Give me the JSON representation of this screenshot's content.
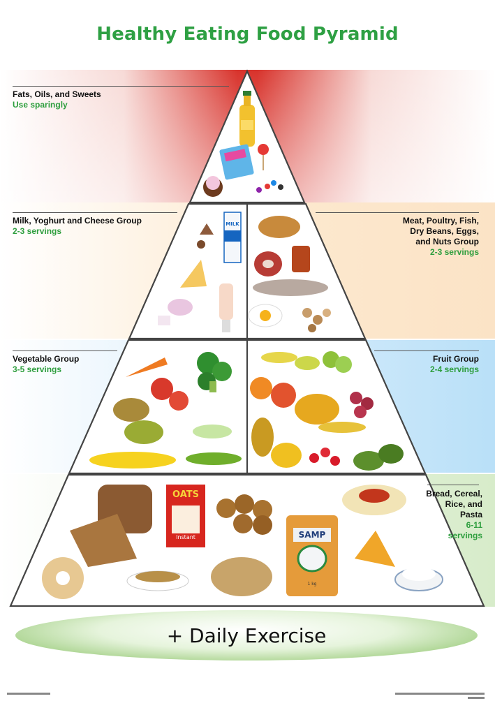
{
  "title": "Healthy Eating Food Pyramid",
  "groups": {
    "fats": {
      "name": "Fats, Oils, and Sweets",
      "servings": "Use sparingly"
    },
    "milk": {
      "name": "Milk, Yoghurt and Cheese Group",
      "servings": "2-3 servings"
    },
    "meat": {
      "name_lines": [
        "Meat, Poultry, Fish,",
        "Dry Beans, Eggs,",
        "and Nuts Group"
      ],
      "servings": "2-3 servings"
    },
    "vegetable": {
      "name": "Vegetable Group",
      "servings": "3-5 servings"
    },
    "fruit": {
      "name": "Fruit Group",
      "servings": "2-4 servings"
    },
    "bread": {
      "name_lines": [
        "Bread, Cereal,",
        "Rice, and",
        "Pasta"
      ],
      "servings_lines": [
        "6-11",
        "servings"
      ]
    }
  },
  "exercise": "+ Daily Exercise",
  "pack_labels": {
    "oats": "OATS",
    "oats_sub": "Instant",
    "milk": "MILK",
    "samp": "SAMP",
    "samp_weight": "1 kg"
  },
  "colors": {
    "title": "#2ea043",
    "servings": "#2e9e3e",
    "fats_band": "#d8332c",
    "milk_band": "#fbe3c6",
    "veg_band": "#b9e0f8",
    "bread_band": "#d7ecca"
  }
}
